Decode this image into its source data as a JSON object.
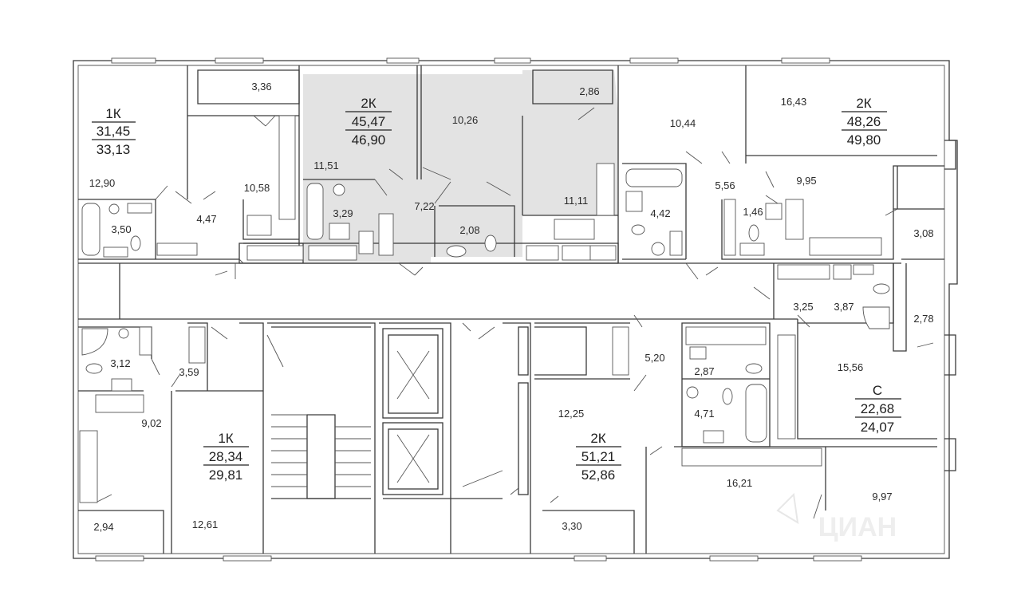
{
  "apartments": [
    {
      "type": "1К",
      "living": "31,45",
      "total": "33,13"
    },
    {
      "type": "2К",
      "living": "45,47",
      "total": "46,90"
    },
    {
      "type": "2К",
      "living": "48,26",
      "total": "49,80"
    },
    {
      "type": "1К",
      "living": "28,34",
      "total": "29,81"
    },
    {
      "type": "2К",
      "living": "51,21",
      "total": "52,86"
    },
    {
      "type": "С",
      "living": "22,68",
      "total": "24,07"
    }
  ],
  "rooms": [
    "3,36",
    "12,90",
    "3,50",
    "4,47",
    "10,58",
    "11,51",
    "10,26",
    "2,86",
    "3,29",
    "7,22",
    "2,08",
    "11,11",
    "10,44",
    "16,43",
    "4,42",
    "5,56",
    "1,46",
    "9,95",
    "3,08",
    "3,25",
    "3,87",
    "2,78",
    "15,56",
    "3,12",
    "3,59",
    "9,02",
    "2,94",
    "12,61",
    "5,20",
    "2,87",
    "4,71",
    "12,25",
    "16,21",
    "3,30",
    "9,97"
  ],
  "watermark": "ЦИАН"
}
